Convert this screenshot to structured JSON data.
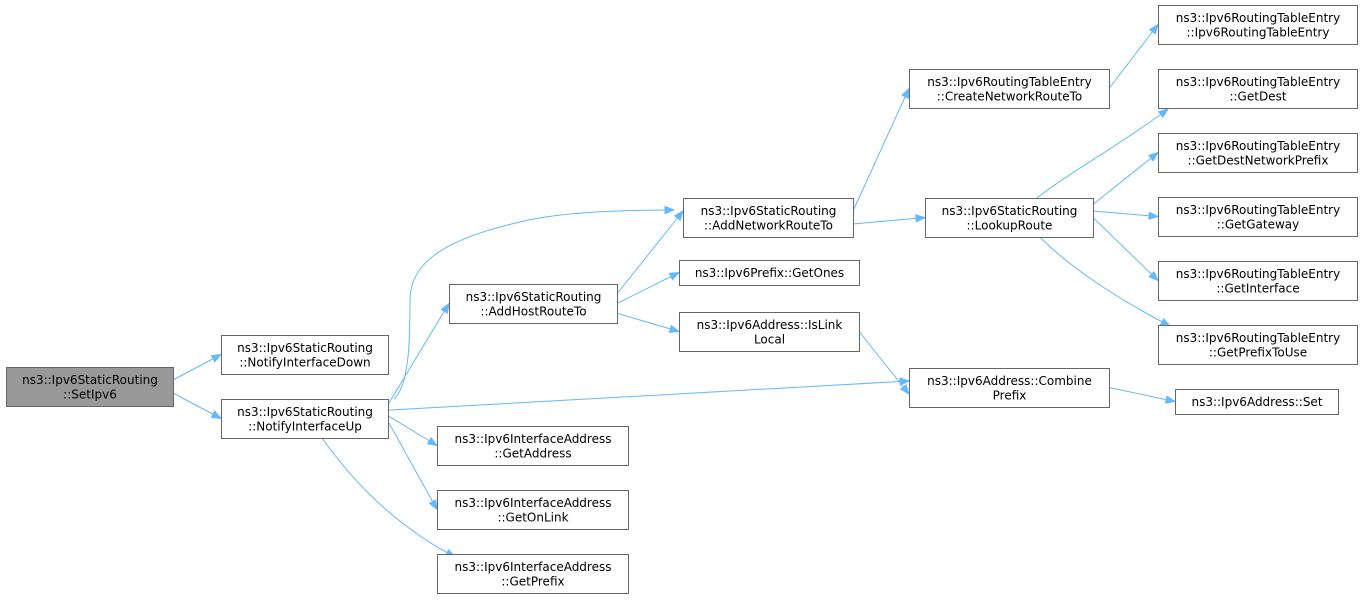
{
  "graph": {
    "nodes": {
      "setipv6": {
        "lines": [
          "ns3::Ipv6StaticRouting",
          "::SetIpv6"
        ],
        "highlight": true
      },
      "notifydown": {
        "lines": [
          "ns3::Ipv6StaticRouting",
          "::NotifyInterfaceDown"
        ]
      },
      "notifyup": {
        "lines": [
          "ns3::Ipv6StaticRouting",
          "::NotifyInterfaceUp"
        ]
      },
      "addhost": {
        "lines": [
          "ns3::Ipv6StaticRouting",
          "::AddHostRouteTo"
        ]
      },
      "addnetwork": {
        "lines": [
          "ns3::Ipv6StaticRouting",
          "::AddNetworkRouteTo"
        ]
      },
      "getones": {
        "lines": [
          "ns3::Ipv6Prefix::GetOnes"
        ]
      },
      "islinklocal": {
        "lines": [
          "ns3::Ipv6Address::IsLink",
          "Local"
        ]
      },
      "ifgetaddress": {
        "lines": [
          "ns3::Ipv6InterfaceAddress",
          "::GetAddress"
        ]
      },
      "ifgetonlink": {
        "lines": [
          "ns3::Ipv6InterfaceAddress",
          "::GetOnLink"
        ]
      },
      "ifgetprefix": {
        "lines": [
          "ns3::Ipv6InterfaceAddress",
          "::GetPrefix"
        ]
      },
      "createnet": {
        "lines": [
          "ns3::Ipv6RoutingTableEntry",
          "::CreateNetworkRouteTo"
        ]
      },
      "lookuproute": {
        "lines": [
          "ns3::Ipv6StaticRouting",
          "::LookupRoute"
        ]
      },
      "combineprefix": {
        "lines": [
          "ns3::Ipv6Address::Combine",
          "Prefix"
        ]
      },
      "rtentry": {
        "lines": [
          "ns3::Ipv6RoutingTableEntry",
          "::Ipv6RoutingTableEntry"
        ]
      },
      "getdest": {
        "lines": [
          "ns3::Ipv6RoutingTableEntry",
          "::GetDest"
        ]
      },
      "getdestnetprefix": {
        "lines": [
          "ns3::Ipv6RoutingTableEntry",
          "::GetDestNetworkPrefix"
        ]
      },
      "getgateway": {
        "lines": [
          "ns3::Ipv6RoutingTableEntry",
          "::GetGateway"
        ]
      },
      "getinterface": {
        "lines": [
          "ns3::Ipv6RoutingTableEntry",
          "::GetInterface"
        ]
      },
      "getprefixtouse": {
        "lines": [
          "ns3::Ipv6RoutingTableEntry",
          "::GetPrefixToUse"
        ]
      },
      "addrset": {
        "lines": [
          "ns3::Ipv6Address::Set"
        ]
      }
    },
    "edges": [
      [
        "setipv6",
        "notifydown"
      ],
      [
        "setipv6",
        "notifyup"
      ],
      [
        "notifyup",
        "addnetwork"
      ],
      [
        "notifyup",
        "addhost"
      ],
      [
        "notifyup",
        "combineprefix"
      ],
      [
        "notifyup",
        "ifgetaddress"
      ],
      [
        "notifyup",
        "ifgetonlink"
      ],
      [
        "notifyup",
        "ifgetprefix"
      ],
      [
        "addhost",
        "addnetwork"
      ],
      [
        "addhost",
        "getones"
      ],
      [
        "addhost",
        "islinklocal"
      ],
      [
        "addnetwork",
        "createnet"
      ],
      [
        "addnetwork",
        "lookuproute"
      ],
      [
        "islinklocal",
        "combineprefix"
      ],
      [
        "createnet",
        "rtentry"
      ],
      [
        "lookuproute",
        "getdest"
      ],
      [
        "lookuproute",
        "getdestnetprefix"
      ],
      [
        "lookuproute",
        "getgateway"
      ],
      [
        "lookuproute",
        "getinterface"
      ],
      [
        "lookuproute",
        "getprefixtouse"
      ],
      [
        "combineprefix",
        "addrset"
      ]
    ],
    "colors": {
      "edge": "#63b8ff",
      "node_border": "#666666",
      "root_fill": "#999999"
    }
  }
}
